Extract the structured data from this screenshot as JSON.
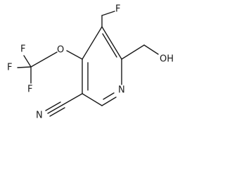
{
  "diagram": {
    "type": "chemical-structure",
    "atom_labels": {
      "fluoromethyl_f": "F",
      "hydroxyl": "OH",
      "ether_o": "O",
      "cf3_f_top": "F",
      "cf3_f_left": "F",
      "cf3_f_bottom": "F",
      "ring_n": "N",
      "nitrile_n": "N"
    }
  }
}
